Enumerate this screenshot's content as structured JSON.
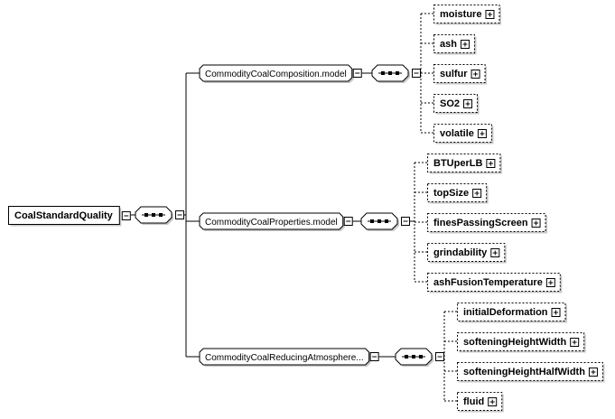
{
  "root": {
    "label": "CoalStandardQuality"
  },
  "groups": [
    {
      "label": "CommodityCoalComposition.model",
      "children": [
        "moisture",
        "ash",
        "sulfur",
        "SO2",
        "volatile"
      ]
    },
    {
      "label": "CommodityCoalProperties.model",
      "children": [
        "BTUperLB",
        "topSize",
        "finesPassingScreen",
        "grindability",
        "ashFusionTemperature"
      ]
    },
    {
      "label": "CommodityCoalReducingAtmosphere...",
      "children": [
        "initialDeformation",
        "softeningHeightWidth",
        "softeningHeightHalfWidth",
        "fluid"
      ]
    }
  ],
  "icons": {
    "expand": "plus-box-icon",
    "collapse": "minus-box-icon",
    "sequence": "sequence-compositor-icon"
  },
  "colors": {
    "line": "#000000",
    "box_fill": "#ffffff",
    "shadow": "#c8c8c8"
  }
}
